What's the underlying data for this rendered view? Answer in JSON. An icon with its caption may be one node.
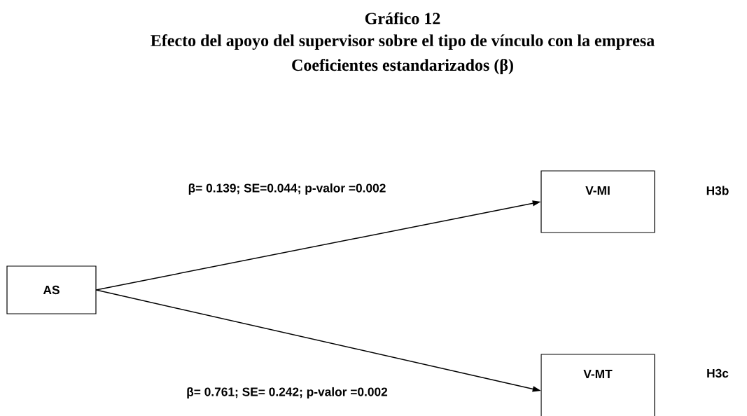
{
  "diagram": {
    "title": "Gráfico 12",
    "nodes": [
      {
        "text": [
          "AS"
        ]
      },
      {
        "text": [
          "V-MI"
        ]
      },
      {
        "text": [
          "V-MT"
        ]
      }
    ],
    "edges": [
      {
        "from": 0,
        "to": 1,
        "arrow": "to",
        "label": "β= 0.139;   SE=0.044;   p-valor =0.002"
      },
      {
        "from": 0,
        "to": 2,
        "arrow": "to",
        "label": "β= 0.761;   SE= 0.242;   p-valor =0.002"
      }
    ],
    "labels": [
      "Efecto del apoyo del supervisor sobre el tipo de vínculo con la empresa",
      "Coeficientes estandarizados (β)",
      "H3b",
      "H3c"
    ]
  }
}
